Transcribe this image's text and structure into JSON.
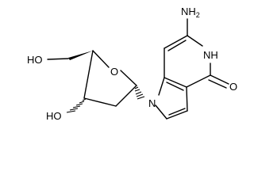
{
  "structure": {
    "labels": {
      "ho_top": "HO",
      "ho_bottom": "HO",
      "ring_o": "O",
      "nh2_main": "NH",
      "nh2_sub": "2",
      "nh_ring": "NH",
      "n_pyrrole": "N",
      "carbonyl_o": "O"
    }
  }
}
